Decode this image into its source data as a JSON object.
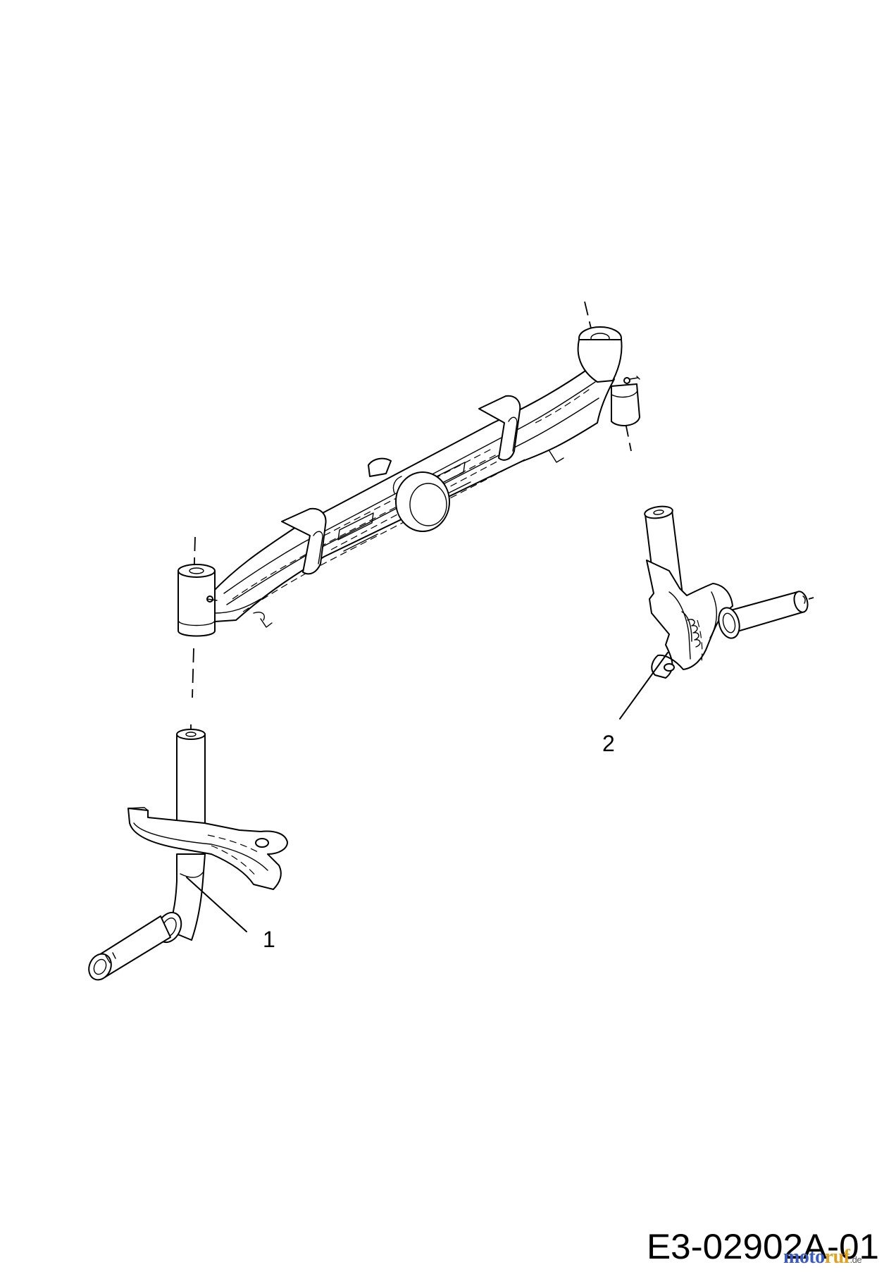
{
  "callouts": [
    {
      "label": "1"
    },
    {
      "label": "2"
    }
  ],
  "drawing_code": "E3-02902A-01",
  "watermark": {
    "brand_part1": "moto",
    "brand_part2": "ruf",
    "suffix": ".de"
  },
  "colors": {
    "line": "#000000",
    "background": "#ffffff",
    "watermark_blue": "#3a5bbf",
    "watermark_orange": "#e0a020"
  }
}
